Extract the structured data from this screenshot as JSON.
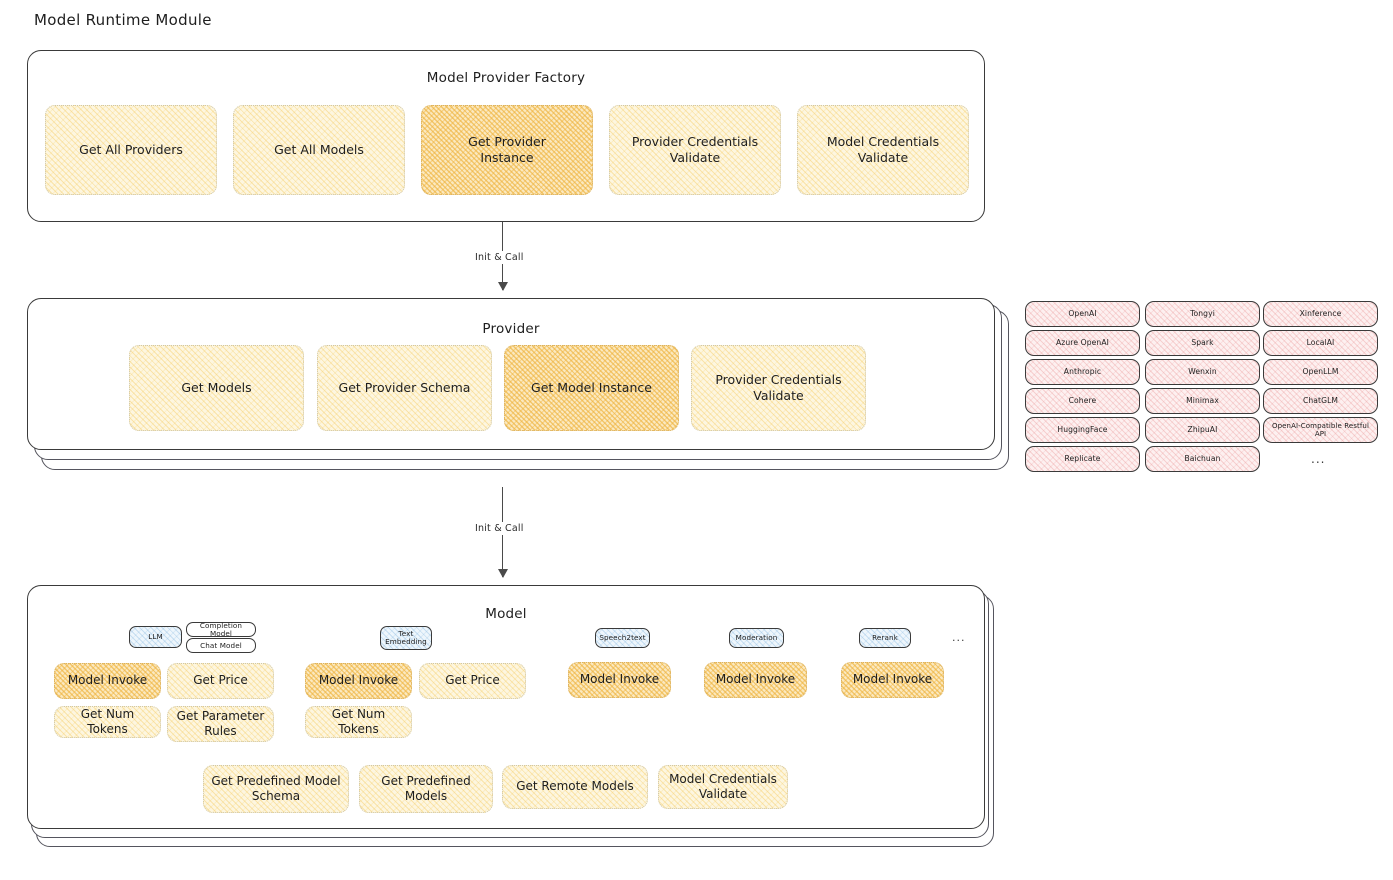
{
  "page": {
    "title": "Model Runtime Module"
  },
  "colors": {
    "highlight_fill": "#f3b843",
    "normal_fill": "#fdf6e0",
    "provider_chip_fill": "#fdf0f0",
    "badge_fill": "#eef6fc",
    "stroke": "#1e1e1e"
  },
  "factory": {
    "title": "Model Provider Factory",
    "nodes": [
      {
        "label": "Get All Providers",
        "highlight": false
      },
      {
        "label": "Get All Models",
        "highlight": false
      },
      {
        "label": "Get Provider\nInstance",
        "highlight": true
      },
      {
        "label": "Provider Credentials\nValidate",
        "highlight": false
      },
      {
        "label": "Model Credentials\nValidate",
        "highlight": false
      }
    ]
  },
  "connector1": {
    "label": "Init & Call"
  },
  "provider": {
    "title": "Provider",
    "nodes": [
      {
        "label": "Get Models",
        "highlight": false
      },
      {
        "label": "Get Provider Schema",
        "highlight": false
      },
      {
        "label": "Get Model Instance",
        "highlight": true
      },
      {
        "label": "Provider Credentials\nValidate",
        "highlight": false
      }
    ]
  },
  "connector2": {
    "label": "Init & Call"
  },
  "provider_list": {
    "columns": [
      {
        "items": [
          "OpenAI",
          "Azure OpenAI",
          "Anthropic",
          "Cohere",
          "HuggingFace",
          "Replicate"
        ]
      },
      {
        "items": [
          "Tongyi",
          "Spark",
          "Wenxin",
          "Minimax",
          "ZhipuAI",
          "Baichuan"
        ]
      },
      {
        "items": [
          "Xinference",
          "LocalAI",
          "OpenLLM",
          "ChatGLM",
          "OpenAI-Compatible Restful API"
        ]
      }
    ],
    "more": "..."
  },
  "model": {
    "title": "Model",
    "more": "...",
    "types": [
      {
        "badge": "LLM",
        "sub_badges": [
          "Completion Model",
          "Chat Model"
        ],
        "nodes": [
          {
            "label": "Model Invoke",
            "highlight": true
          },
          {
            "label": "Get Price",
            "highlight": false
          },
          {
            "label": "Get Num Tokens",
            "highlight": false
          },
          {
            "label": "Get Parameter\nRules",
            "highlight": false
          }
        ]
      },
      {
        "badge": "Text\nEmbedding",
        "sub_badges": [],
        "nodes": [
          {
            "label": "Model Invoke",
            "highlight": true
          },
          {
            "label": "Get Price",
            "highlight": false
          },
          {
            "label": "Get Num Tokens",
            "highlight": false
          }
        ]
      },
      {
        "badge": "Speech2text",
        "sub_badges": [],
        "nodes": [
          {
            "label": "Model Invoke",
            "highlight": true
          }
        ]
      },
      {
        "badge": "Moderation",
        "sub_badges": [],
        "nodes": [
          {
            "label": "Model Invoke",
            "highlight": true
          }
        ]
      },
      {
        "badge": "Rerank",
        "sub_badges": [],
        "nodes": [
          {
            "label": "Model Invoke",
            "highlight": true
          }
        ]
      }
    ],
    "common_nodes": [
      {
        "label": "Get Predefined Model\nSchema",
        "highlight": false
      },
      {
        "label": "Get Predefined\nModels",
        "highlight": false
      },
      {
        "label": "Get Remote Models",
        "highlight": false
      },
      {
        "label": "Model Credentials\nValidate",
        "highlight": false
      }
    ]
  }
}
